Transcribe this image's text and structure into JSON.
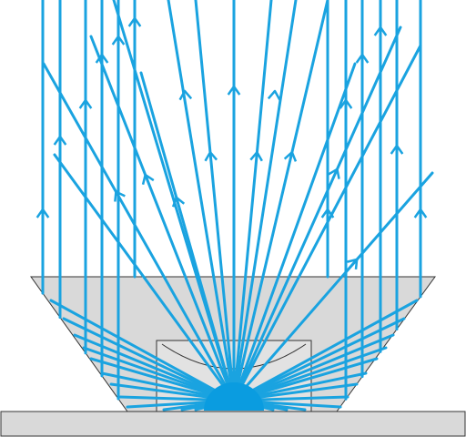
{
  "diagram": {
    "description_visible_text": [],
    "colors": {
      "background": "#ffffff",
      "ray": "#1aa3e0",
      "source": "#0a9ce0",
      "lens_fill": "#d9d9d9",
      "outline": "#333333",
      "base_fill": "#d9d9d9"
    },
    "icons": [
      "arrow-up-icon"
    ],
    "parts": [
      "base-plate",
      "reflector-cup",
      "inner-lens",
      "light-source",
      "light-rays"
    ]
  }
}
